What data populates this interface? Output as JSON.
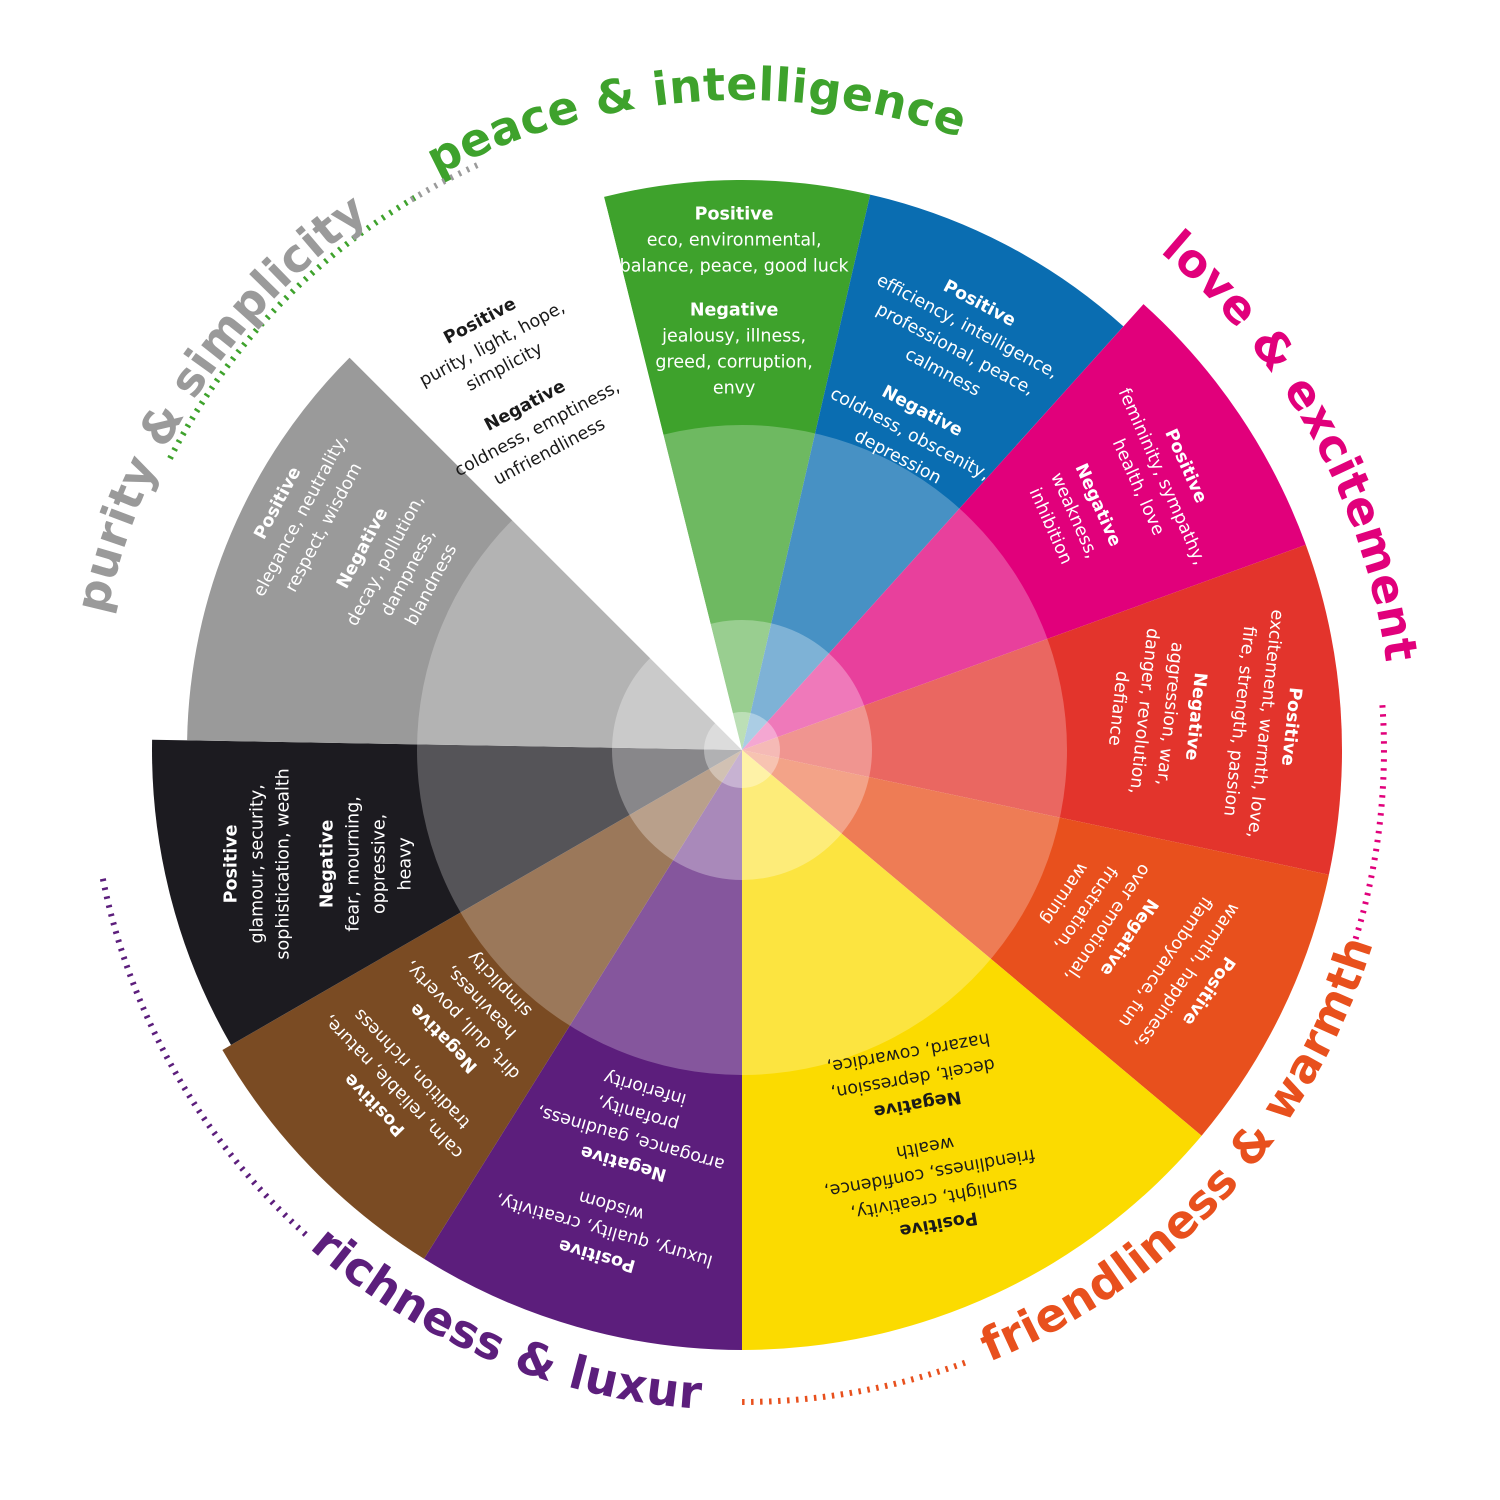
{
  "wheel": {
    "segments": [
      {
        "id": "green",
        "color": "#3ea22c",
        "text_color": "#ffffff",
        "positive_label": "Positive",
        "positive": [
          "eco, environmental,",
          "balance, peace, good luck"
        ],
        "negative_label": "Negative",
        "negative": [
          "jealousy, illness,",
          "greed, corruption,",
          "envy"
        ]
      },
      {
        "id": "blue",
        "color": "#0a6db1",
        "text_color": "#ffffff",
        "positive_label": "Positive",
        "positive": [
          "efficiency, intelligence,",
          "professional, peace,",
          "calmness"
        ],
        "negative_label": "Negative",
        "negative": [
          "coldness, obscenity,",
          "depression"
        ]
      },
      {
        "id": "pink",
        "color": "#e1007b",
        "text_color": "#ffffff",
        "positive_label": "Positive",
        "positive": [
          "femininity, sympathy,",
          "health, love"
        ],
        "negative_label": "Negative",
        "negative": [
          "weakness,",
          "inhibition"
        ]
      },
      {
        "id": "red",
        "color": "#e3342c",
        "text_color": "#ffffff",
        "positive_label": "Positive",
        "positive": [
          "excitement, warmth, love,",
          "fire, strength, passion"
        ],
        "negative_label": "Negative",
        "negative": [
          "aggression, war,",
          "danger, revolution,",
          "defiance"
        ]
      },
      {
        "id": "orange",
        "color": "#e8501d",
        "text_color": "#ffffff",
        "positive_label": "Positive",
        "positive": [
          "warmth, happiness,",
          "flamboyance, fun"
        ],
        "negative_label": "Negative",
        "negative": [
          "over emotional,",
          "frustration,",
          "warning"
        ]
      },
      {
        "id": "yellow",
        "color": "#fbdb00",
        "text_color": "#1a1a1a",
        "positive_label": "Positive",
        "positive": [
          "sunlight, creativity,",
          "friendliness, confidence,",
          "wealth"
        ],
        "negative_label": "Negative",
        "negative": [
          "deceit, depression,",
          "hazard, cowardice,"
        ]
      },
      {
        "id": "purple",
        "color": "#5c1e7c",
        "text_color": "#ffffff",
        "positive_label": "Positive",
        "positive": [
          "luxury, quality, creativity,",
          "wisdom"
        ],
        "negative_label": "Negative",
        "negative": [
          "arrogance, gaudiness,",
          "profanity,",
          "inferiority"
        ]
      },
      {
        "id": "brown",
        "color": "#7a4b23",
        "text_color": "#ffffff",
        "positive_label": "Positive",
        "positive": [
          "calm, reliable, nature,",
          "tradition, richness"
        ],
        "negative_label": "Negative",
        "negative": [
          "dirt, dull, poverty,",
          "heaviness,",
          "simplicity"
        ]
      },
      {
        "id": "black",
        "color": "#1c1b20",
        "text_color": "#ffffff",
        "positive_label": "Positive",
        "positive": [
          "glamour, security,",
          "sophistication, wealth"
        ],
        "negative_label": "Negative",
        "negative": [
          "fear, mourning,",
          "oppressive,",
          "heavy"
        ]
      },
      {
        "id": "grey",
        "color": "#9a9a9a",
        "text_color": "#ffffff",
        "positive_label": "Positive",
        "positive": [
          "elegance, neutrality,",
          "respect, wisdom"
        ],
        "negative_label": "Negative",
        "negative": [
          "decay, pollution,",
          "dampness,",
          "blandness"
        ]
      },
      {
        "id": "white",
        "color": "#ffffff",
        "text_color": "#1a1a1a",
        "positive_label": "Positive",
        "positive": [
          "purity, light, hope,",
          "simplicity"
        ],
        "negative_label": "Negative",
        "negative": [
          "coldness, emptiness,",
          "unfriendliness"
        ]
      }
    ]
  },
  "themes": [
    {
      "id": "peace",
      "label": "peace & intelligence",
      "color": "#3ea22c"
    },
    {
      "id": "love",
      "label": "love & excitement",
      "color": "#e1007b"
    },
    {
      "id": "friendly",
      "label": "friendliness & warmth",
      "color": "#e8501d"
    },
    {
      "id": "richness",
      "label": "richness & luxury",
      "color": "#5c1e7c"
    },
    {
      "id": "purity",
      "label": "purity & simplicity",
      "color": "#9a9a9a"
    }
  ]
}
